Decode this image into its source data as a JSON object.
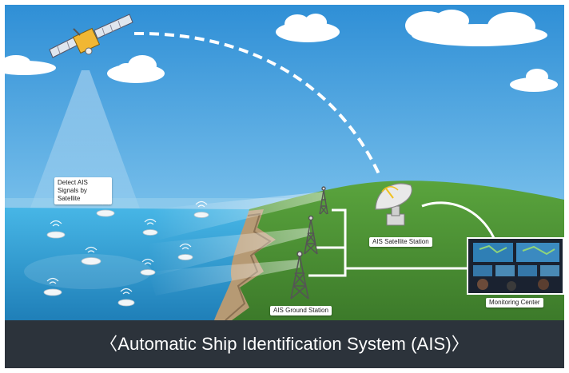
{
  "labels": {
    "detect": "Detect AIS Signals by Satellite",
    "satellite_station": "AIS Satellite Station",
    "ground_station": "AIS Ground Station",
    "monitoring_center": "Monitoring Center"
  },
  "caption": "〈Automatic Ship Identification System (AIS)〉",
  "colors": {
    "sky": "#4a9fd8",
    "sea": "#2e9bd0",
    "land": "#4b8f35",
    "caption_bar": "#2c333b",
    "signal_link": "#ffffff"
  },
  "icons": [
    "satellite-icon",
    "ship-icon",
    "signal-wave-icon",
    "radio-tower-icon",
    "satellite-dish-icon",
    "monitor-wall-icon",
    "cloud-icon"
  ]
}
